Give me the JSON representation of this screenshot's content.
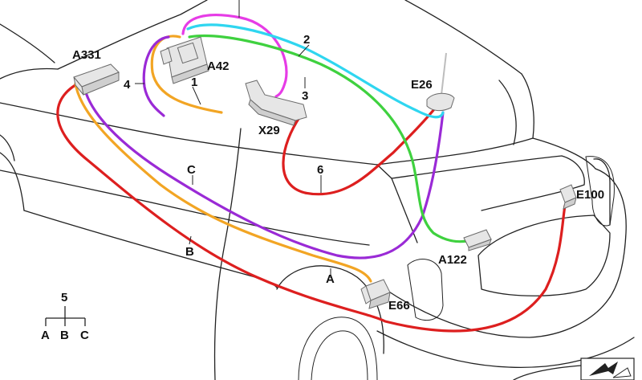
{
  "colors": {
    "red": "#dd1f1f",
    "orange": "#f2a524",
    "purple": "#9a2ad6",
    "magenta": "#e63ce6",
    "cyan": "#2fd6f0",
    "green": "#3fd13f"
  },
  "labels": {
    "A331": "A331",
    "A42": "A42",
    "X29": "X29",
    "E26": "E26",
    "E100": "E100",
    "A122": "A122",
    "E66": "E66",
    "wire_1": "1",
    "wire_2": "2",
    "wire_3": "3",
    "wire_4": "4",
    "wire_6": "6",
    "wire_A": "A",
    "wire_B": "B",
    "wire_C": "C"
  },
  "legend": {
    "root": "5",
    "children": [
      "A",
      "B",
      "C"
    ]
  }
}
